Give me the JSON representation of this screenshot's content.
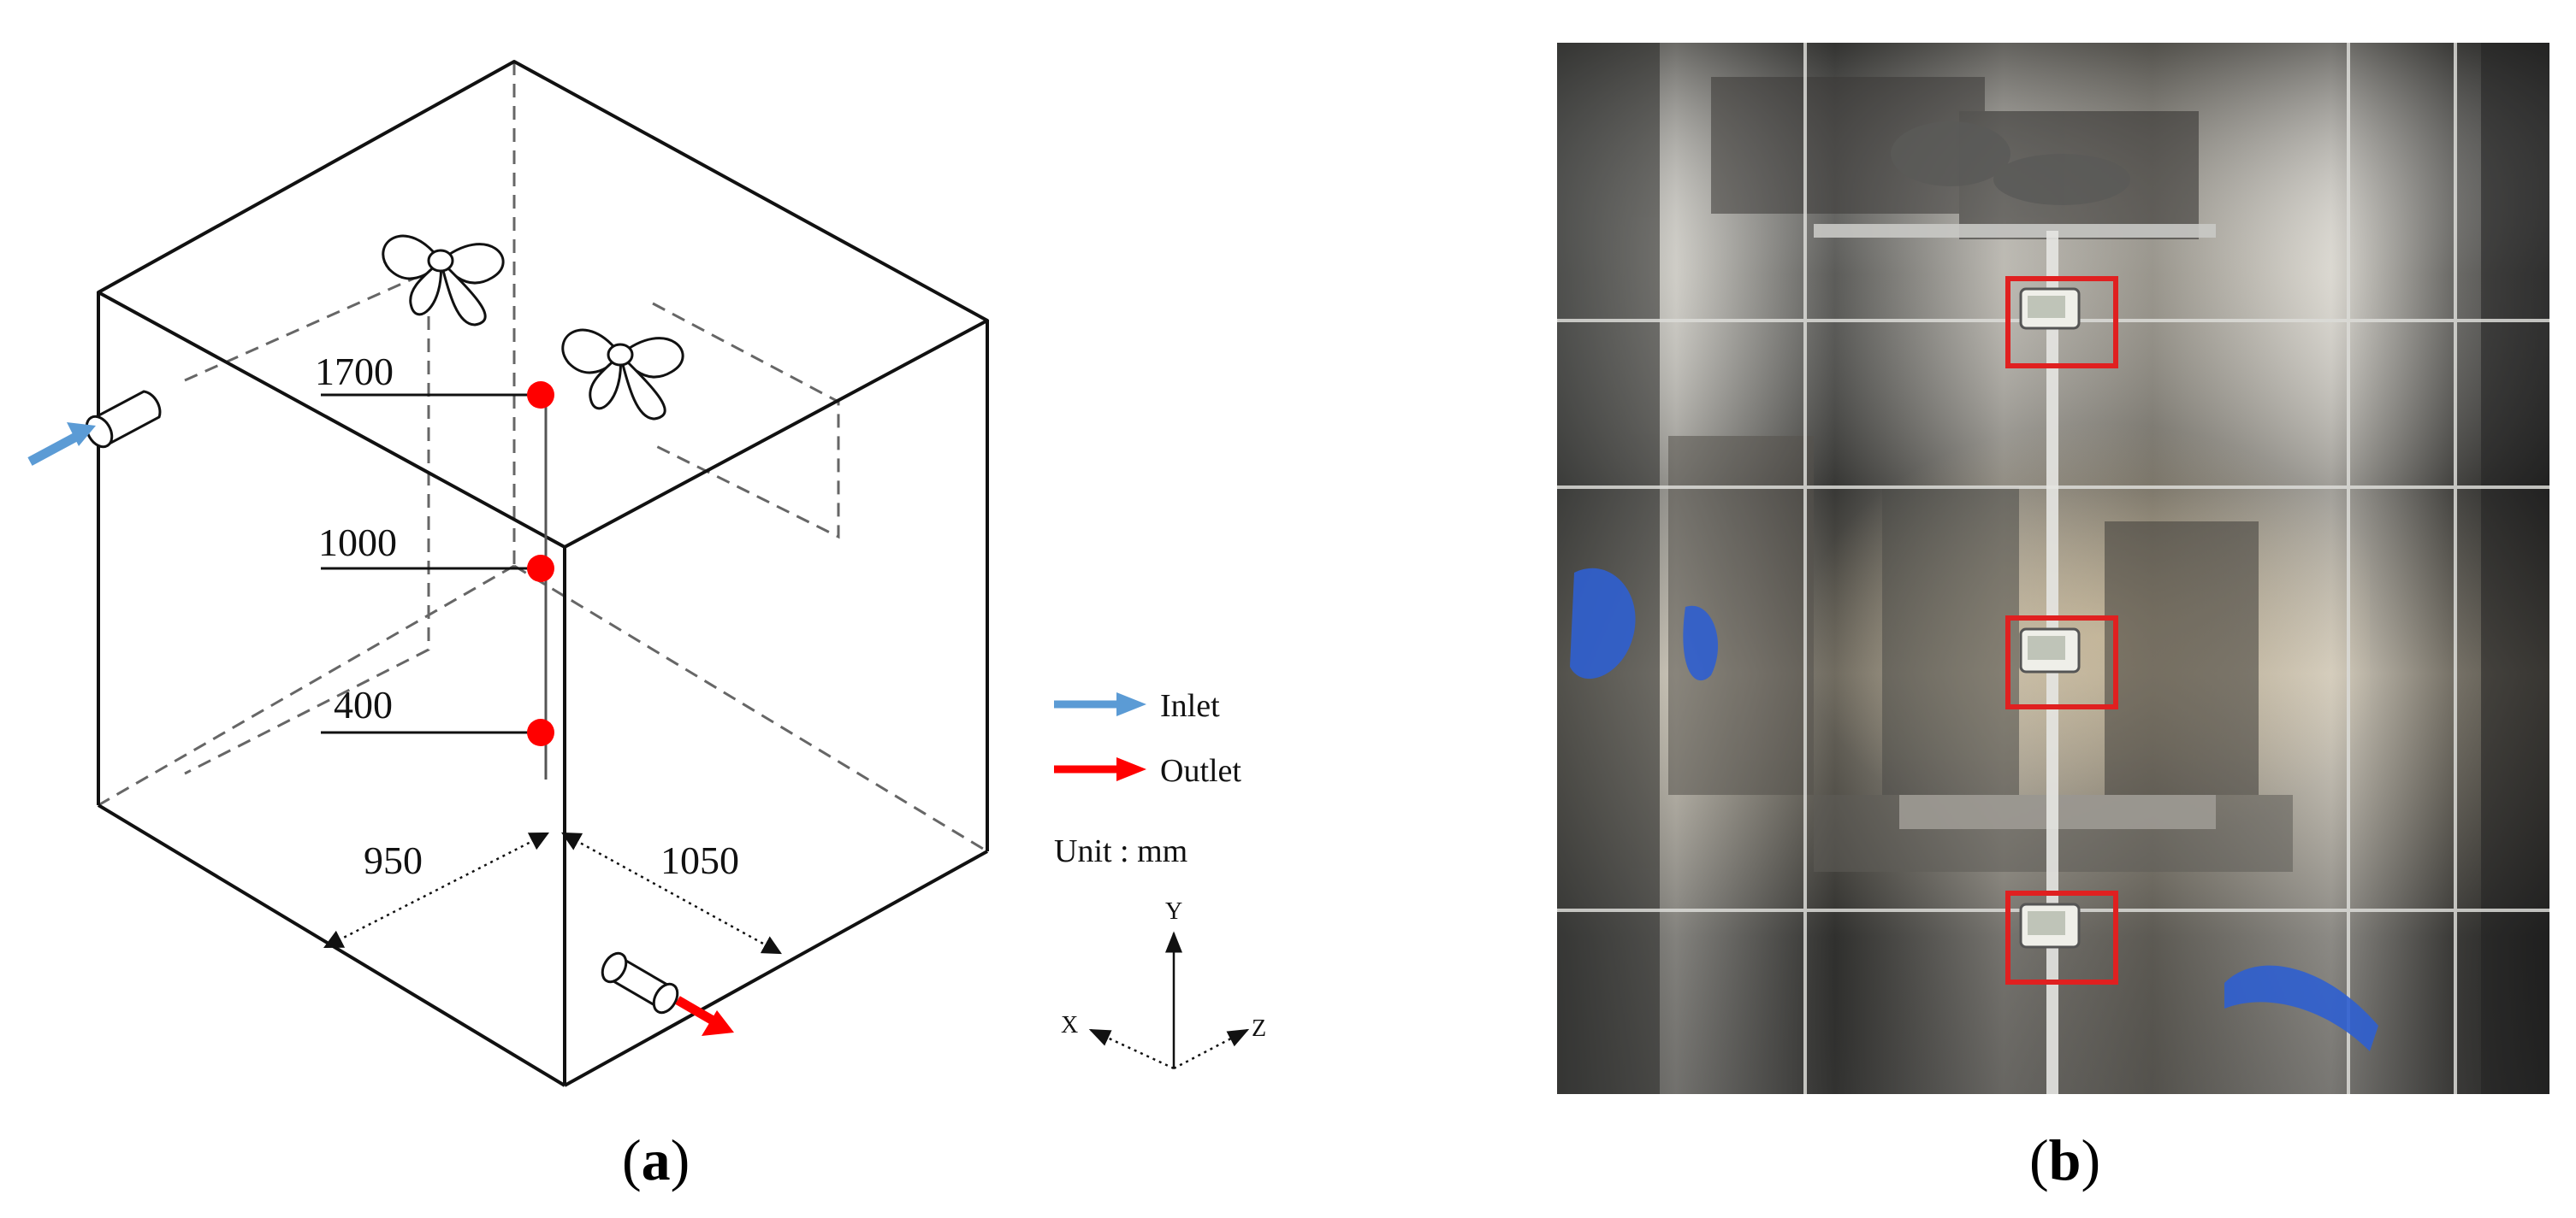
{
  "panel_a": {
    "caption_open": "(",
    "caption_letter": "a",
    "caption_close": ")",
    "heights": [
      "1700",
      "1000",
      "400"
    ],
    "dimensions": {
      "x_dim": "950",
      "z_dim": "1050"
    },
    "legend": {
      "inlet": "Inlet",
      "outlet": "Outlet",
      "unit": "Unit : mm",
      "inlet_color": "#5b9bd5",
      "outlet_color": "#ff0000"
    },
    "axes": {
      "y": "Y",
      "x": "X",
      "z": "Z"
    },
    "sensor_color": "#ff0000"
  },
  "panel_b": {
    "caption_open": "(",
    "caption_letter": "b",
    "caption_close": ")",
    "sensor_box_color": "#e02020"
  }
}
